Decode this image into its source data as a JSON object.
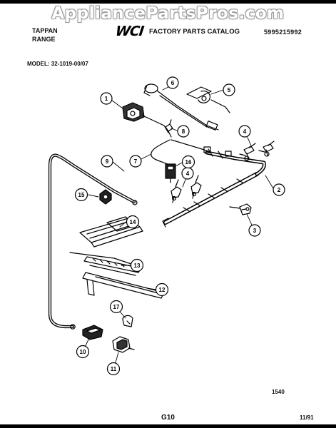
{
  "watermark": "AppliancePartsPros.com",
  "header": {
    "brand": "TAPPAN",
    "product": "RANGE",
    "logo": "WCI",
    "catalog_title": "FACTORY PARTS CATALOG",
    "catalog_number": "5995215992",
    "model": "MODEL: 32-1019-00/07"
  },
  "diagram": {
    "callouts": [
      "1",
      "2",
      "3",
      "4",
      "4",
      "5",
      "6",
      "7",
      "8",
      "9",
      "10",
      "11",
      "12",
      "13",
      "14",
      "15",
      "16",
      "17"
    ]
  },
  "footer": {
    "figure_number": "1540",
    "page": "G10",
    "date": "11/91"
  }
}
